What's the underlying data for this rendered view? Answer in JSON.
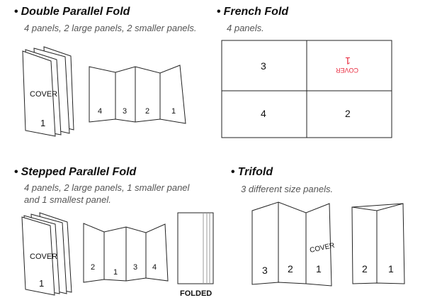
{
  "double_parallel": {
    "bullet": "•",
    "title": "Double Parallel Fold",
    "description": "4 panels, 2 large panels, 2 smaller panels.",
    "cover_label": "COVER",
    "cover_number": "1",
    "panel_numbers": [
      "4",
      "3",
      "2",
      "1"
    ]
  },
  "french": {
    "bullet": "•",
    "title": "French Fold",
    "description": "4 panels.",
    "panel_numbers": [
      "3",
      "1",
      "4",
      "2"
    ],
    "cover_label": "COVER",
    "accent_color": "#e8283c"
  },
  "stepped_parallel": {
    "bullet": "•",
    "title": "Stepped Parallel Fold",
    "description_line1": "4 panels, 2 large panels, 1 smaller panel",
    "description_line2": "and 1 smallest panel.",
    "cover_label": "COVER",
    "cover_number": "1",
    "panel_numbers": [
      "2",
      "1",
      "3",
      "4"
    ],
    "folded_label": "FOLDED"
  },
  "trifold": {
    "bullet": "•",
    "title": "Trifold",
    "description": "3 different size panels.",
    "cover_label": "COVER",
    "panel_numbers": [
      "3",
      "2",
      "1"
    ],
    "folded_numbers": [
      "2",
      "1"
    ]
  }
}
